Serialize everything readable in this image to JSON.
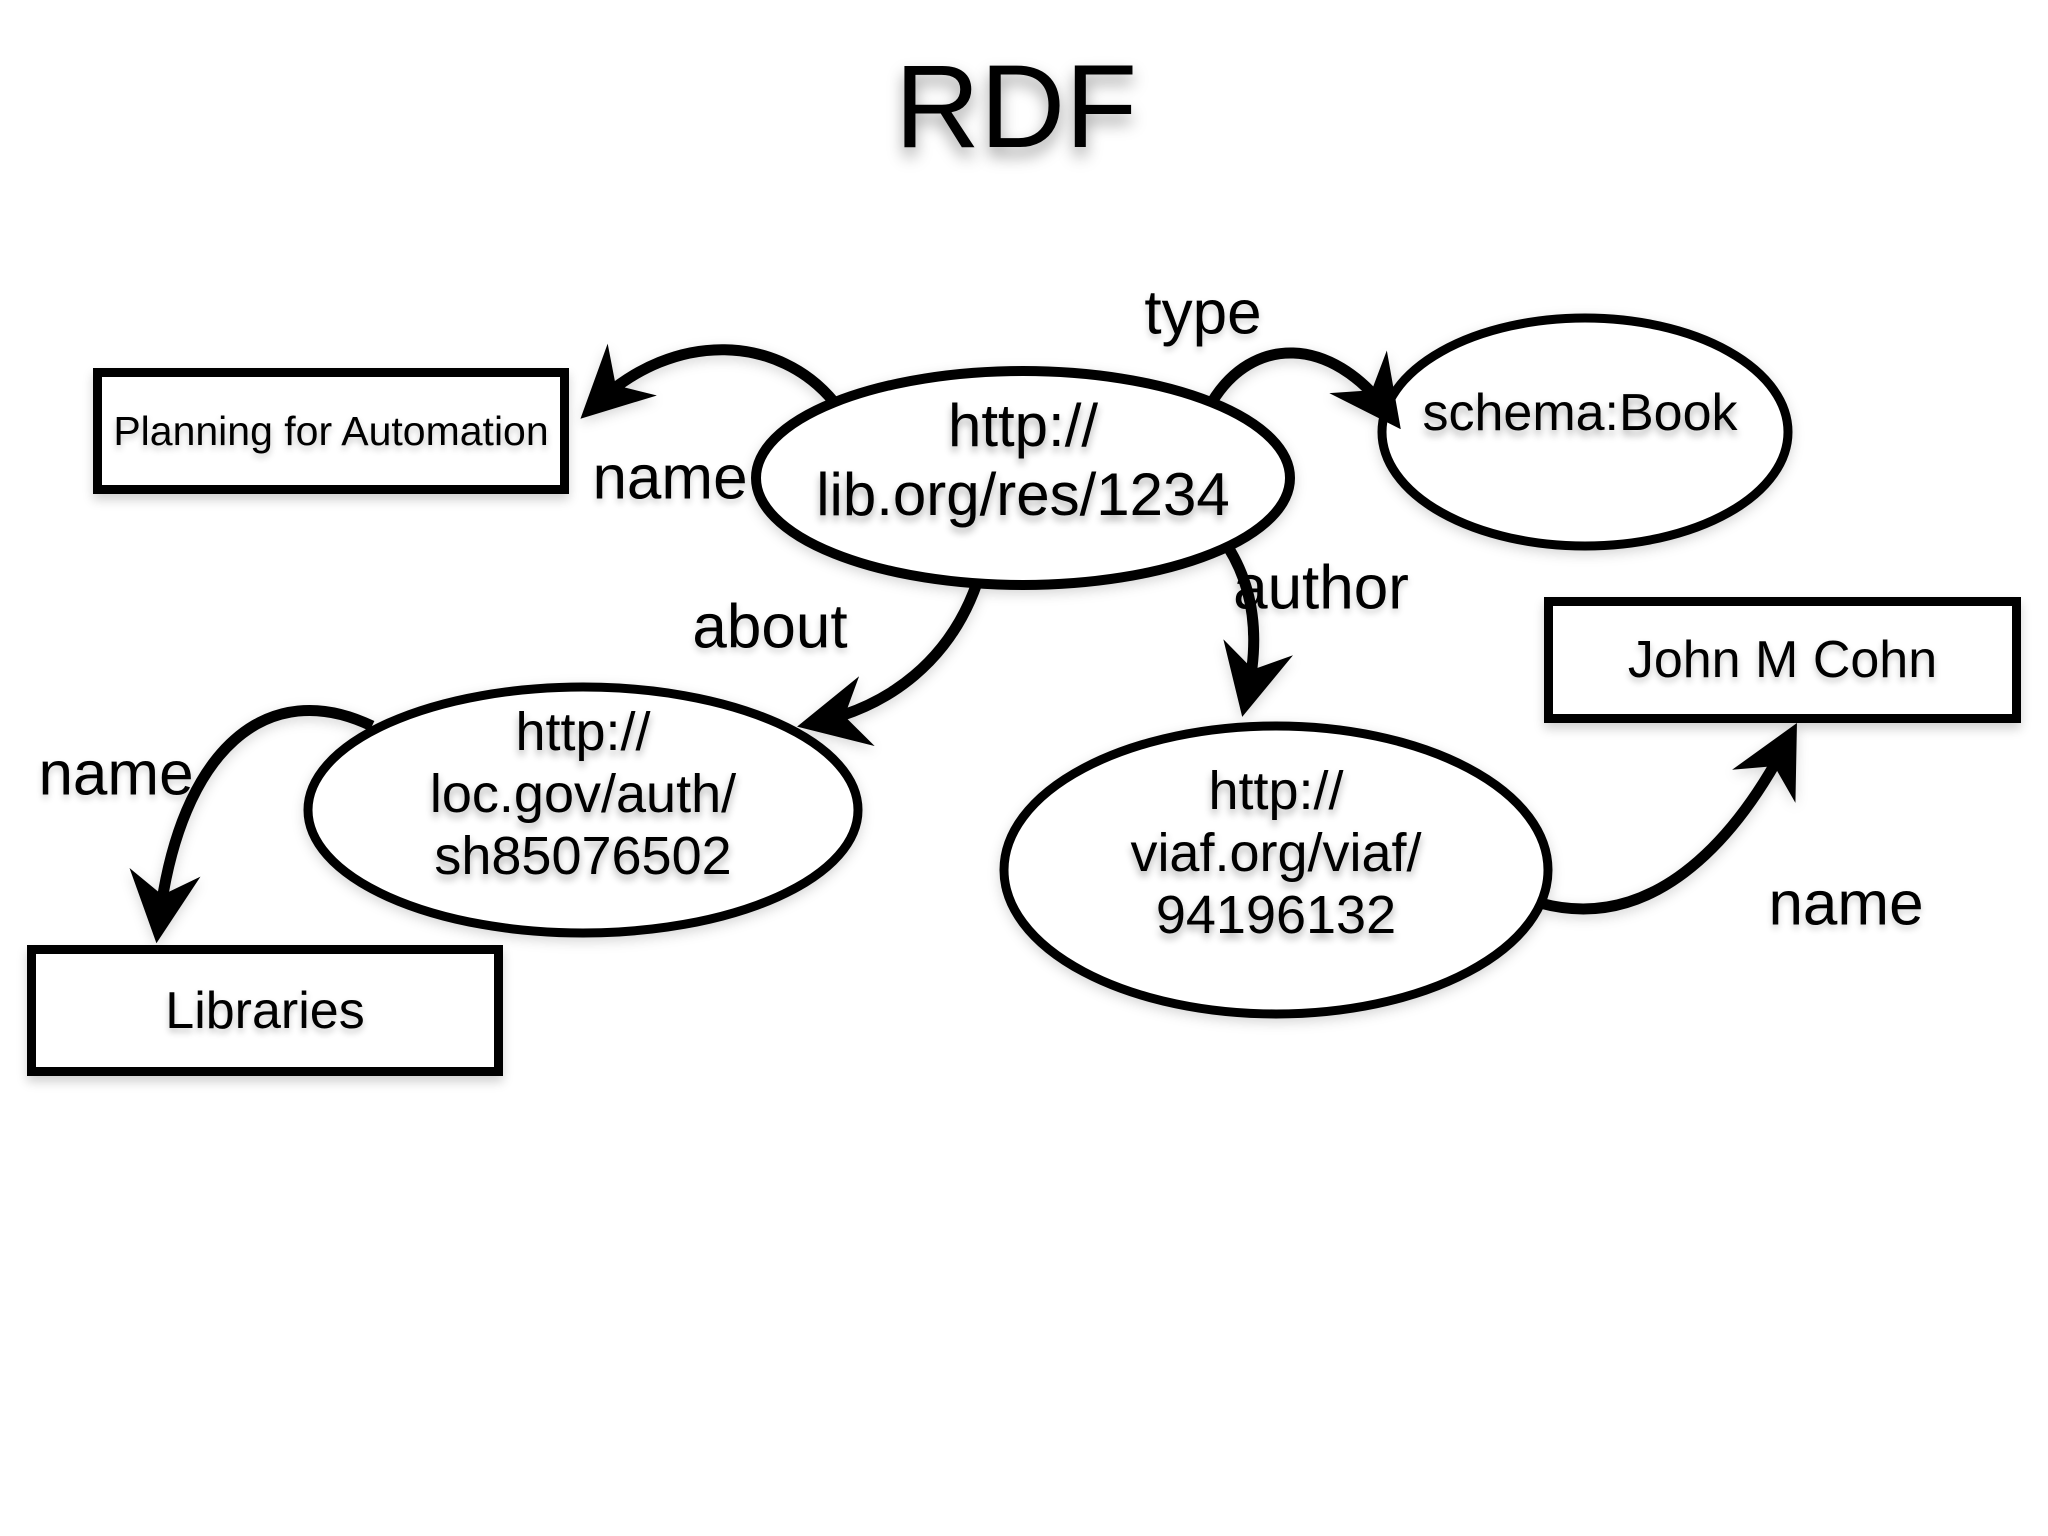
{
  "slide": {
    "title": "RDF"
  },
  "colors": {
    "ink": "#000000",
    "paper": "#ffffff"
  },
  "nodes": {
    "resource": {
      "label": "http://\nlib.org/res/1234"
    },
    "book": {
      "label": "schema:Book"
    },
    "subject": {
      "label": "http://\nloc.gov/auth/\nsh85076502"
    },
    "author": {
      "label": "http://\nviaf.org/viaf/\n94196132"
    }
  },
  "literals": {
    "planning": {
      "label": "Planning for Automation"
    },
    "libraries": {
      "label": "Libraries"
    },
    "john": {
      "label": "John M Cohn"
    }
  },
  "edges": {
    "resource_name": {
      "label": "name"
    },
    "resource_type": {
      "label": "type"
    },
    "resource_about": {
      "label": "about"
    },
    "resource_author": {
      "label": "author"
    },
    "subject_name": {
      "label": "name"
    },
    "author_name": {
      "label": "name"
    }
  }
}
